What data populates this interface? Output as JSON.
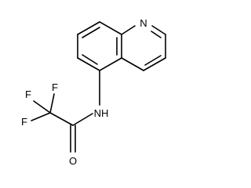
{
  "molecule": {
    "atoms": {
      "n_ring": "N",
      "n_amide": "NH",
      "o": "O",
      "f1": "F",
      "f2": "F",
      "f3": "F"
    }
  }
}
